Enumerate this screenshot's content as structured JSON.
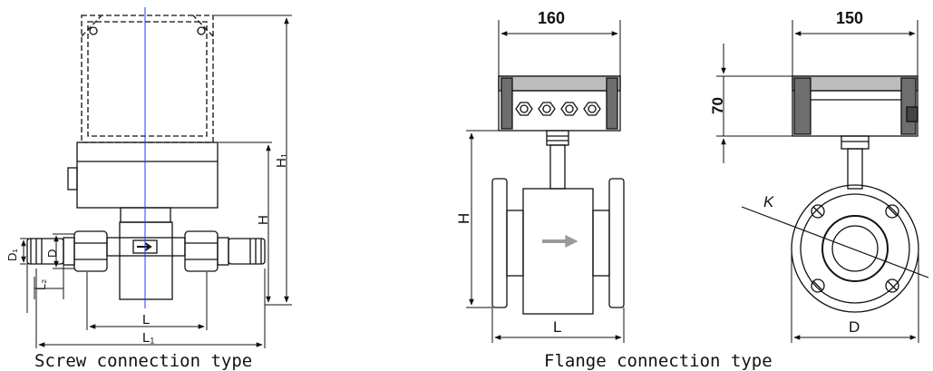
{
  "captions": {
    "screw": "Screw connection type",
    "flange": "Flange connection type"
  },
  "screw_labels": {
    "d1": "D₁",
    "d": "D",
    "l2": "L₂",
    "l": "L",
    "l1": "L₁",
    "h": "H",
    "h1": "H₁"
  },
  "flange_front": {
    "width": "160",
    "h": "H",
    "l": "L"
  },
  "flange_side": {
    "width": "150",
    "height": "70",
    "k": "K",
    "d": "D"
  },
  "colors": {
    "line": "#111111",
    "centerline": "#1a3cff",
    "housing_dark": "#6e6e6e",
    "housing_mid": "#bdbdbd",
    "arrow": "#9a9a9a"
  }
}
